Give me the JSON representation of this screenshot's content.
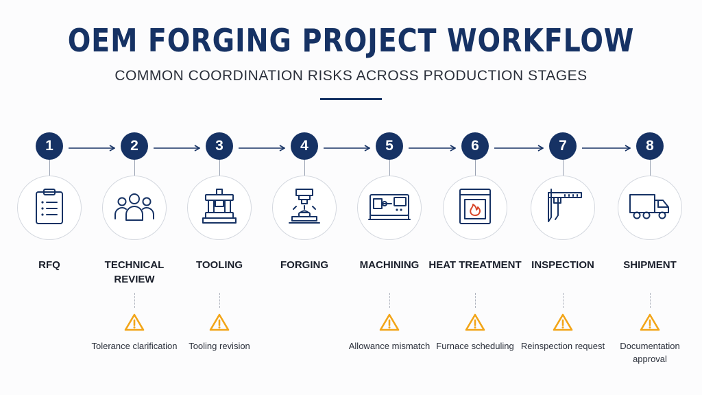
{
  "header": {
    "title": "OEM FORGING PROJECT WORKFLOW",
    "subtitle": "COMMON COORDINATION RISKS ACROSS PRODUCTION STAGES"
  },
  "colors": {
    "navy": "#163264",
    "warning": "#f2a518"
  },
  "steps": [
    {
      "number": "1",
      "label": "RFQ",
      "icon": "clipboard-icon",
      "risk": ""
    },
    {
      "number": "2",
      "label": "TECHNICAL REVIEW",
      "icon": "team-icon",
      "risk": "Tolerance clarification"
    },
    {
      "number": "3",
      "label": "TOOLING",
      "icon": "die-tooling-icon",
      "risk": "Tooling revision"
    },
    {
      "number": "4",
      "label": "FORGING",
      "icon": "forging-press-icon",
      "risk": ""
    },
    {
      "number": "5",
      "label": "MACHINING",
      "icon": "cnc-lathe-icon",
      "risk": "Allowance mismatch"
    },
    {
      "number": "6",
      "label": "HEAT TREATMENT",
      "icon": "furnace-icon",
      "risk": "Furnace scheduling"
    },
    {
      "number": "7",
      "label": "INSPECTION",
      "icon": "caliper-icon",
      "risk": "Reinspection request"
    },
    {
      "number": "8",
      "label": "SHIPMENT",
      "icon": "truck-icon",
      "risk": "Documentation approval"
    }
  ]
}
